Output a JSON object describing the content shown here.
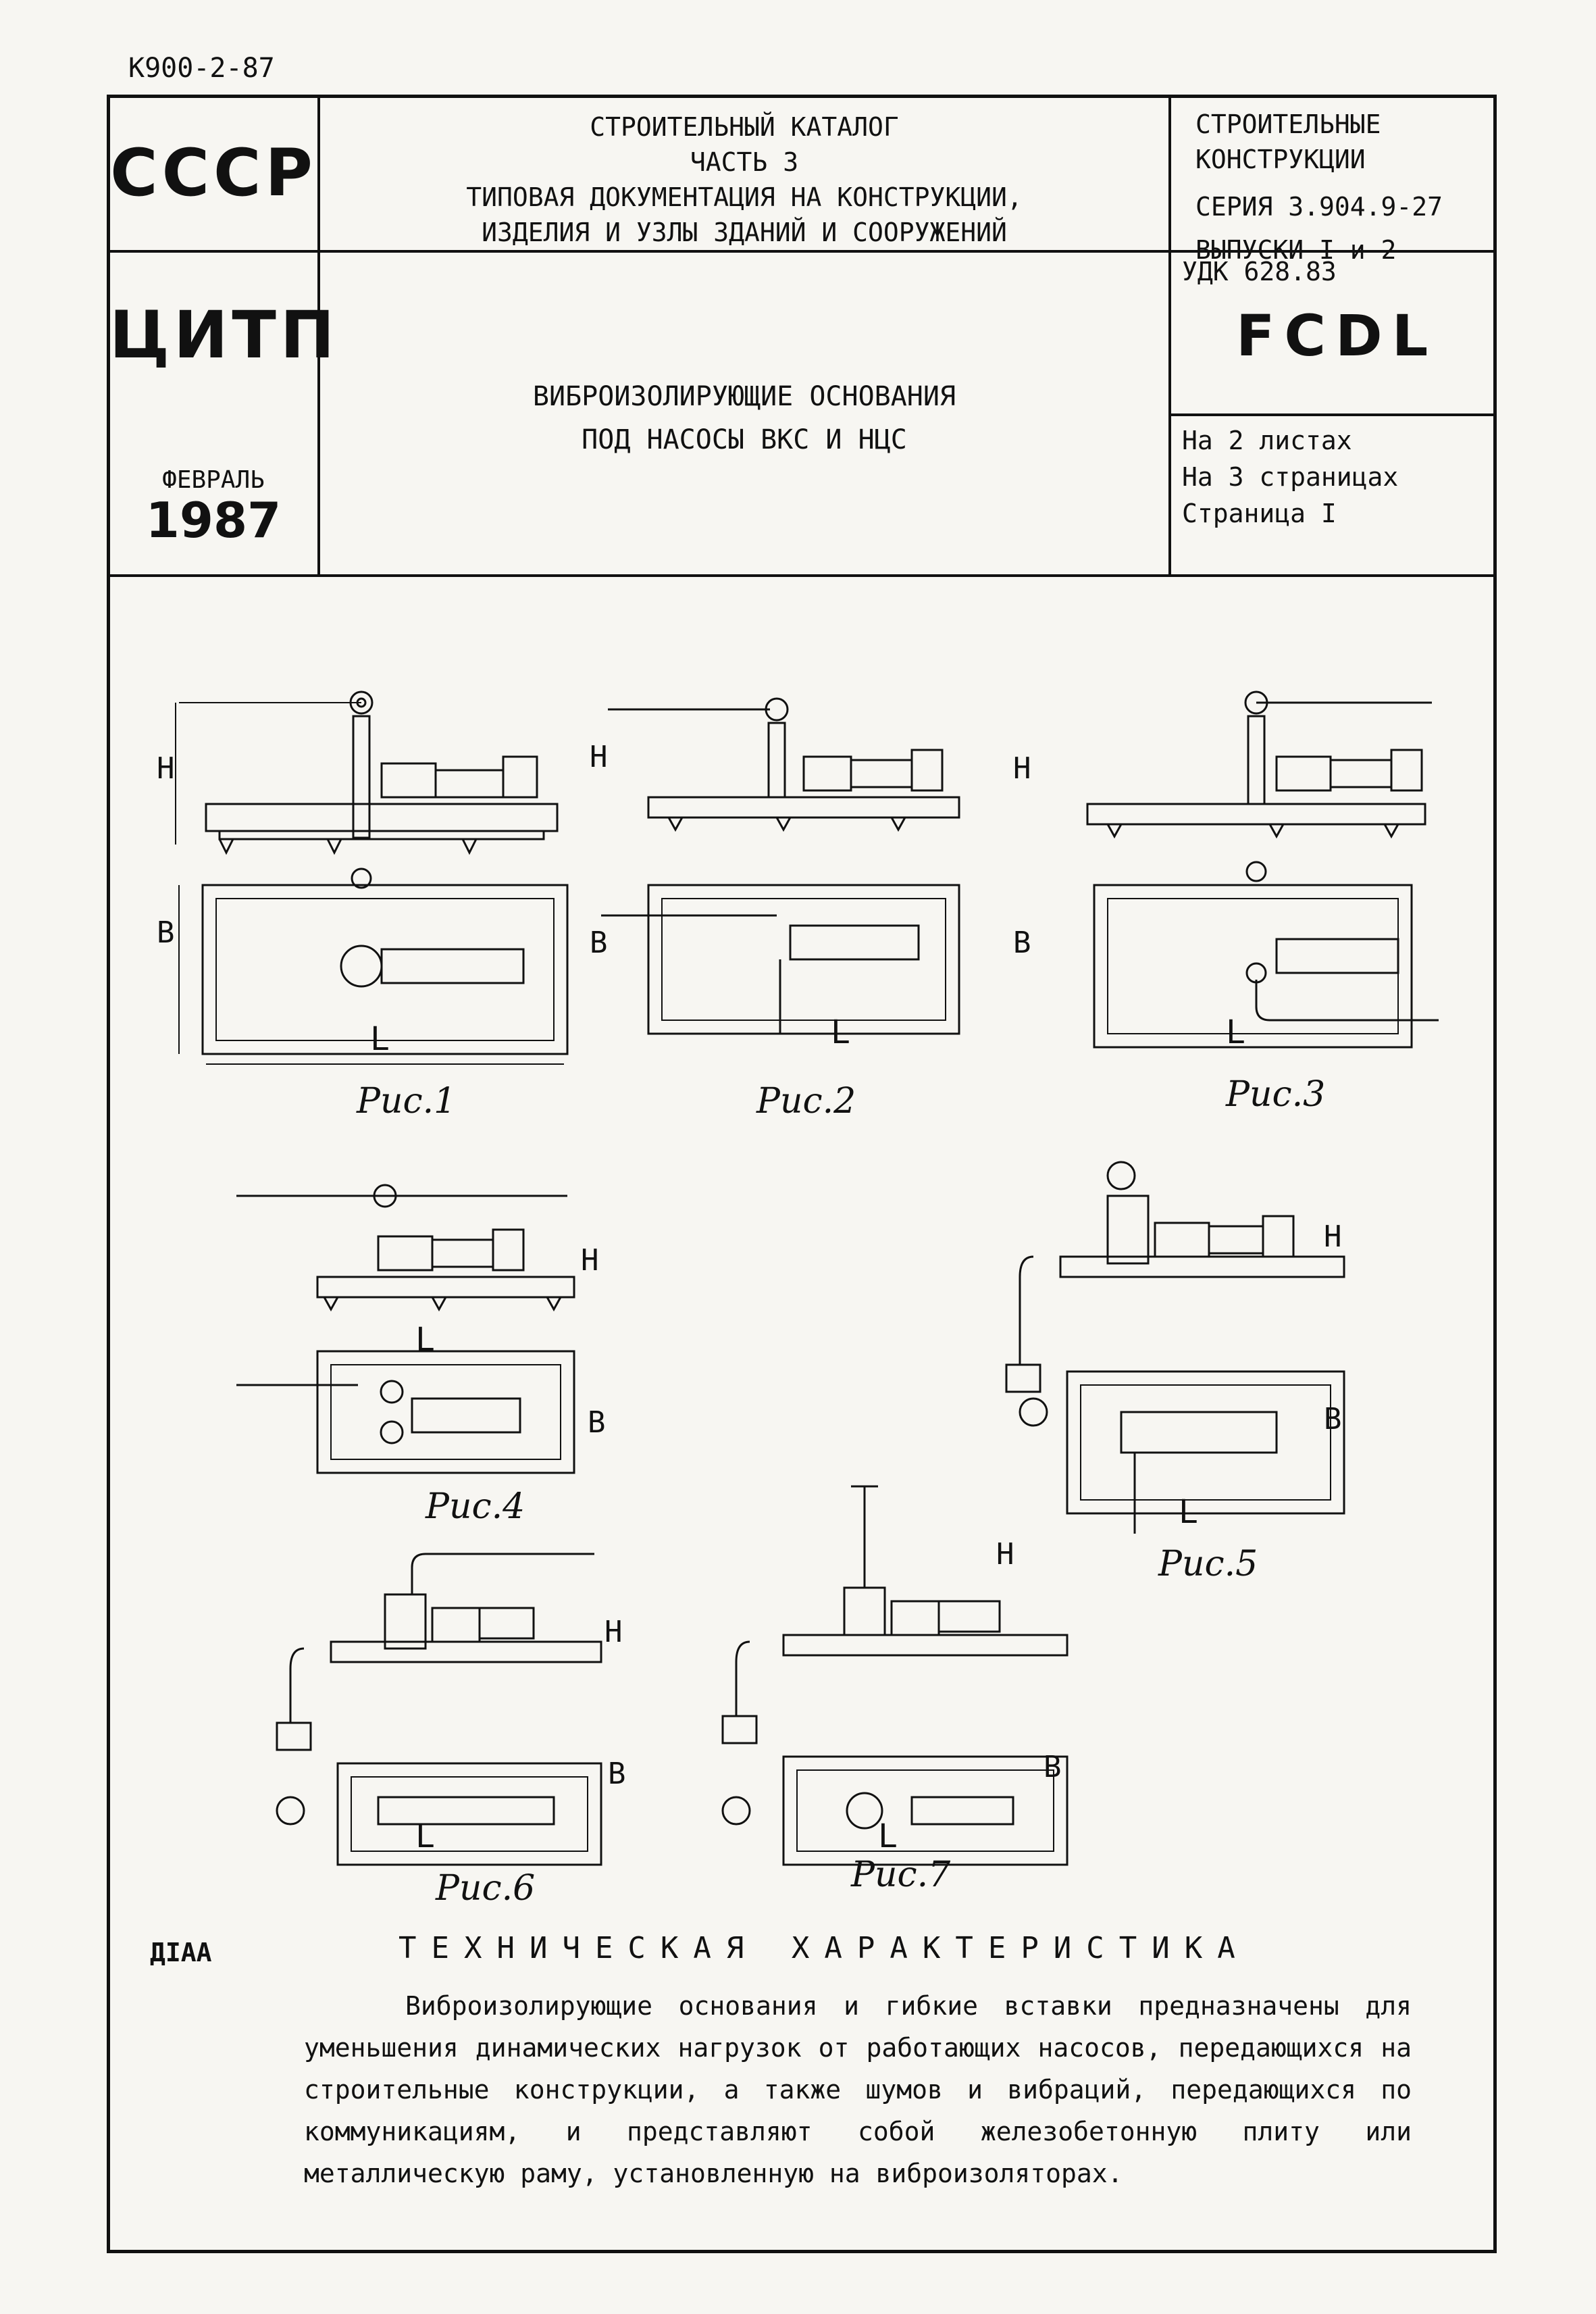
{
  "doc_code": "К900-2-87",
  "left_col": {
    "org1": "СССР",
    "org2": "ЦИТП",
    "month": "ФЕВРАЛЬ",
    "year": "1987"
  },
  "center_top": {
    "line1": "СТРОИТЕЛЬНЫЙ КАТАЛОГ",
    "line2": "ЧАСТЬ 3",
    "line3": "ТИПОВАЯ ДОКУМЕНТАЦИЯ НА КОНСТРУКЦИИ,",
    "line4": "ИЗДЕЛИЯ И УЗЛЫ ЗДАНИЙ И СООРУЖЕНИЙ"
  },
  "center_mid": {
    "line1": "ВИБРОИЗОЛИРУЮЩИЕ ОСНОВАНИЯ",
    "line2": "ПОД НАСОСЫ ВКС И НЦС"
  },
  "right_top": {
    "line1": "СТРОИТЕЛЬНЫЕ",
    "line2": "КОНСТРУКЦИИ",
    "series": "СЕРИЯ 3.904.9-27",
    "issues": "ВЫПУСКИ I и 2"
  },
  "right_mid": {
    "udk": "УДК 628.83",
    "code": "FCDL",
    "sheets": "На 2 листах",
    "pages": "На 3 страницах",
    "page": "Страница I"
  },
  "figures": {
    "f1": "Рис.1",
    "f2": "Рис.2",
    "f3": "Рис.3",
    "f4": "Рис.4",
    "f5": "Рис.5",
    "f6": "Рис.6",
    "f7": "Рис.7"
  },
  "dims": {
    "h": "H",
    "b": "B",
    "l": "L"
  },
  "section": {
    "code": "ДІАА",
    "title": "ТЕХНИЧЕСКАЯ ХАРАКТЕРИСТИКА",
    "text": "Виброизолирующие основания и гибкие вставки предназначены для уменьшения динамических нагрузок от работающих насосов, передающихся на строительные конструкции, а также шумов и вибраций, передающихся по коммуникациям, и представляют собой железобетонную плиту или металлическую раму, установленную на виброизоляторах."
  }
}
